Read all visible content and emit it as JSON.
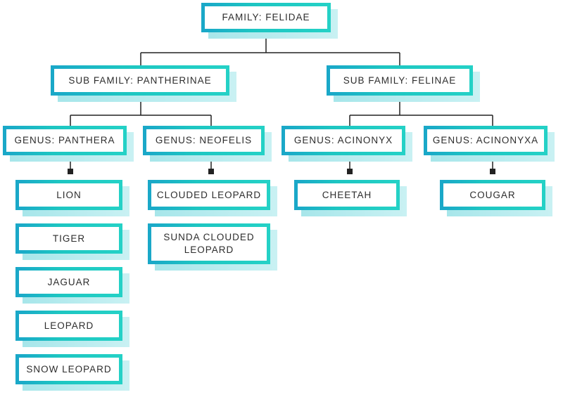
{
  "family": "FAMILY: FELIDAE",
  "subfamilies": {
    "pantherinae": "SUB FAMILY: PANTHERINAE",
    "felinae": "SUB FAMILY: FELINAE"
  },
  "genera": {
    "panthera": "GENUS: PANTHERA",
    "neofelis": "GENUS: NEOFELIS",
    "acinonyx": "GENUS: ACINONYX",
    "acinonyxa": "GENUS: ACINONYXA"
  },
  "species": {
    "panthera": [
      "LION",
      "TIGER",
      "JAGUAR",
      "LEOPARD",
      "SNOW LEOPARD"
    ],
    "neofelis": [
      "CLOUDED LEOPARD",
      "SUNDA CLOUDED\nLEOPARD"
    ],
    "acinonyx": [
      "CHEETAH"
    ],
    "acinonyxa": [
      "COUGAR"
    ]
  },
  "colors": {
    "border": "#1dc6c2",
    "shadow": "#a7e6ea",
    "connector": "#222222",
    "text": "#2d2d2d"
  }
}
